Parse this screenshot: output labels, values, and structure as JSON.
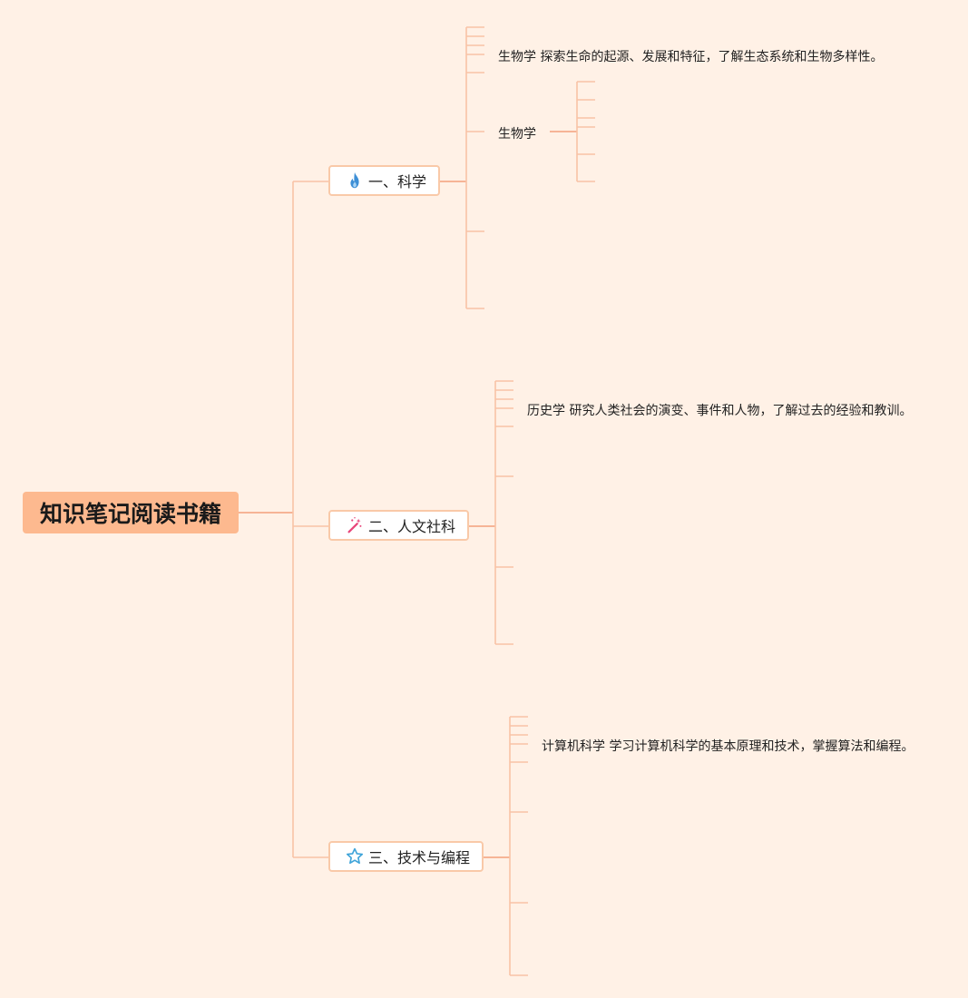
{
  "root": {
    "label": "知识笔记阅读书籍"
  },
  "branches": [
    {
      "label": "一、科学",
      "icon": "fire-icon",
      "leaves": [
        {
          "text": "生物学 探索生命的起源、发展和特征，了解生态系统和生物多样性。"
        },
        {
          "text": "生物学"
        }
      ]
    },
    {
      "label": "二、人文社科",
      "icon": "magic-wand-icon",
      "leaves": [
        {
          "text": "历史学 研究人类社会的演变、事件和人物，了解过去的经验和教训。"
        }
      ]
    },
    {
      "label": "三、技术与编程",
      "icon": "star-outline-icon",
      "leaves": [
        {
          "text": "计算机科学 学习计算机科学的基本原理和技术，掌握算法和编程。"
        }
      ]
    }
  ],
  "colors": {
    "background": "#fff1e6",
    "root_fill": "#fdb98f",
    "connector_main": "#f4a07c",
    "connector_light": "#f9c3a6",
    "branch_border": "#f9c9a8",
    "fire_icon": "#3d8fd6",
    "wand_icon": "#e8457a",
    "star_icon": "#3fa4d9"
  }
}
